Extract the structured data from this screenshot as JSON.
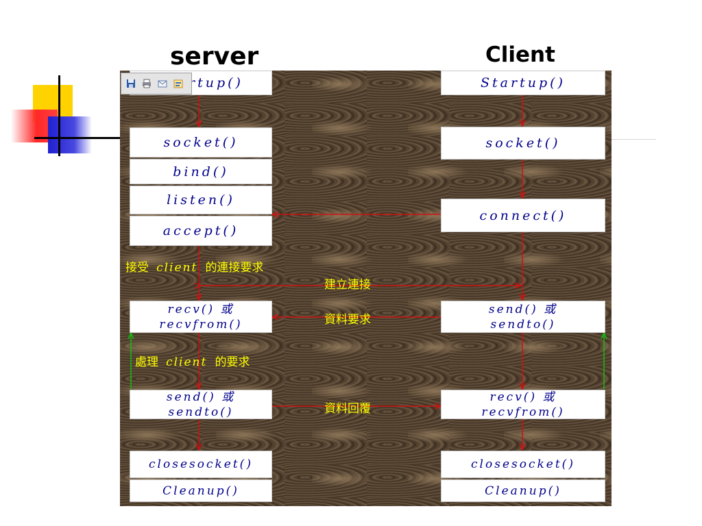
{
  "titles": {
    "server": "server",
    "client": "Client"
  },
  "server_boxes": [
    {
      "id": "startup",
      "lines": [
        "Startup()"
      ]
    },
    {
      "id": "socket",
      "lines": [
        "socket()"
      ]
    },
    {
      "id": "bind",
      "lines": [
        "bind()"
      ]
    },
    {
      "id": "listen",
      "lines": [
        "listen()"
      ]
    },
    {
      "id": "accept",
      "lines": [
        "accept()"
      ]
    },
    {
      "id": "recv",
      "lines": [
        "recv() 或",
        "recvfrom()"
      ]
    },
    {
      "id": "send",
      "lines": [
        "send() 或",
        "sendto()"
      ]
    },
    {
      "id": "closesocket",
      "lines": [
        "closesocket()"
      ]
    },
    {
      "id": "cleanup",
      "lines": [
        "Cleanup()"
      ]
    }
  ],
  "client_boxes": [
    {
      "id": "startup",
      "lines": [
        "Startup()"
      ]
    },
    {
      "id": "socket",
      "lines": [
        "socket()"
      ]
    },
    {
      "id": "connect",
      "lines": [
        "connect()"
      ]
    },
    {
      "id": "send",
      "lines": [
        "send() 或",
        "sendto()"
      ]
    },
    {
      "id": "recv",
      "lines": [
        "recv() 或",
        "recvfrom()"
      ]
    },
    {
      "id": "closesocket",
      "lines": [
        "closesocket()"
      ]
    },
    {
      "id": "cleanup",
      "lines": [
        "Cleanup()"
      ]
    }
  ],
  "labels": {
    "accept_prefix": "接受",
    "accept_client": "client",
    "accept_suffix": "的連接要求",
    "establish": "建立連接",
    "data_request": "資料要求",
    "process_prefix": "處理",
    "process_client": "client",
    "process_suffix": "的要求",
    "data_reply": "資料回覆"
  },
  "toolbar": {
    "buttons": [
      "save-icon",
      "print-icon",
      "email-icon",
      "edit-icon"
    ]
  },
  "colors": {
    "arrow_red": "#d01010",
    "arrow_green": "#10c010",
    "label_yellow": "#ffff00",
    "box_text": "#00008b"
  }
}
